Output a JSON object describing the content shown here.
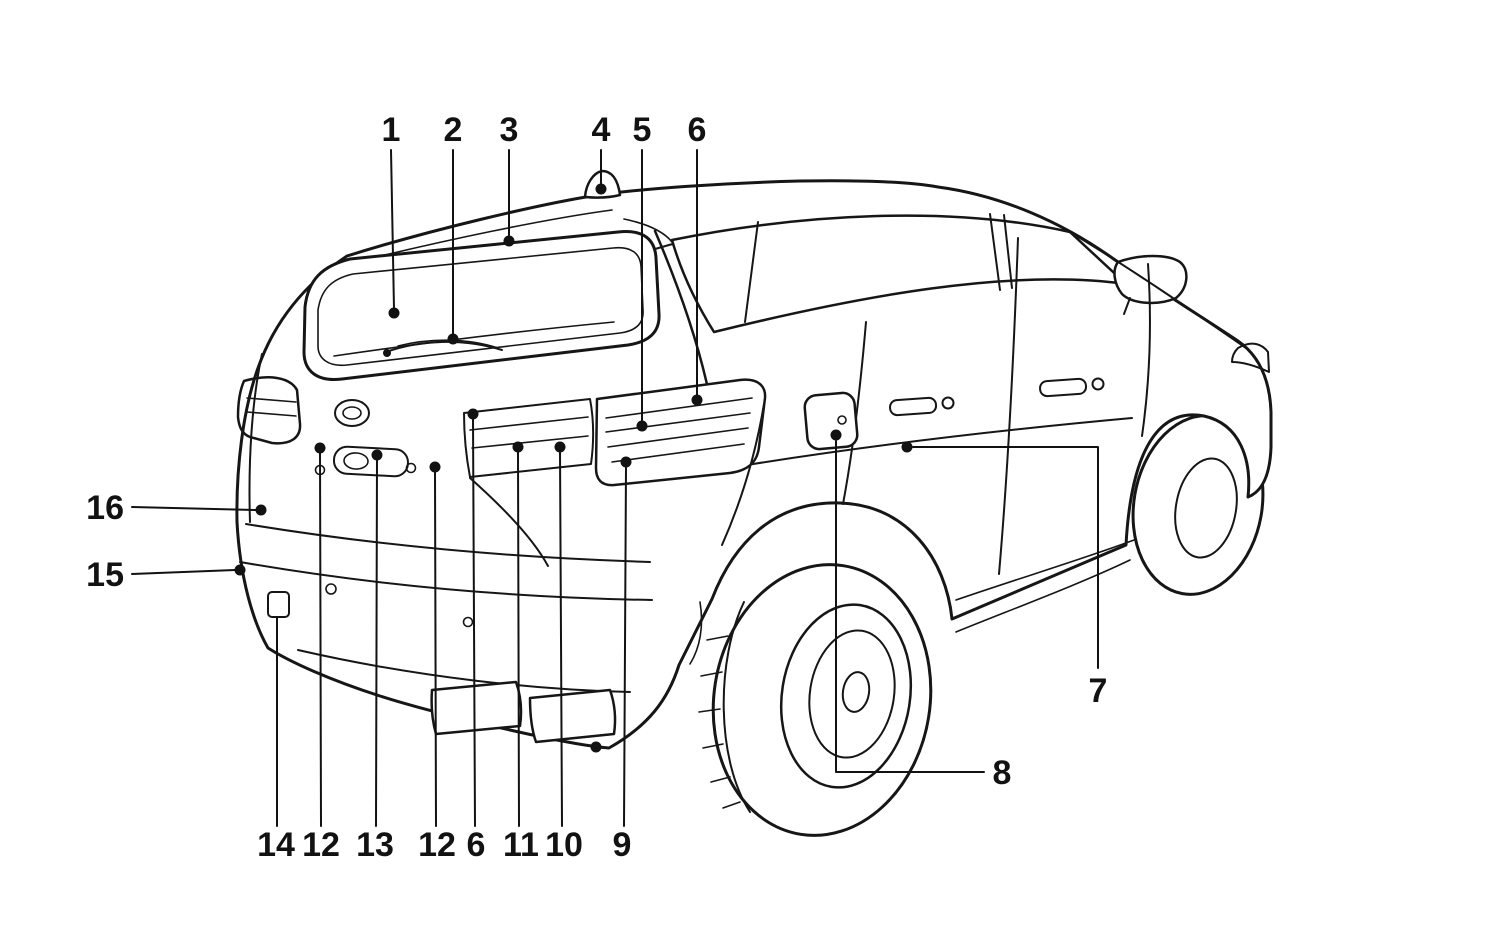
{
  "diagram": {
    "type": "technical-illustration",
    "subject": "vehicle-rear-exterior-parts-callouts",
    "colors": {
      "ink": "#121212",
      "background": "#ffffff"
    },
    "callouts": {
      "top": [
        {
          "label": "1"
        },
        {
          "label": "2"
        },
        {
          "label": "3"
        },
        {
          "label": "4"
        },
        {
          "label": "5"
        },
        {
          "label": "6"
        }
      ],
      "left": [
        {
          "label": "16"
        },
        {
          "label": "15"
        }
      ],
      "right": [
        {
          "label": "7"
        },
        {
          "label": "8"
        }
      ],
      "bottom": [
        {
          "label": "14"
        },
        {
          "label": "12"
        },
        {
          "label": "13"
        },
        {
          "label": "12"
        },
        {
          "label": "6"
        },
        {
          "label": "11"
        },
        {
          "label": "10"
        },
        {
          "label": "9"
        }
      ]
    }
  }
}
